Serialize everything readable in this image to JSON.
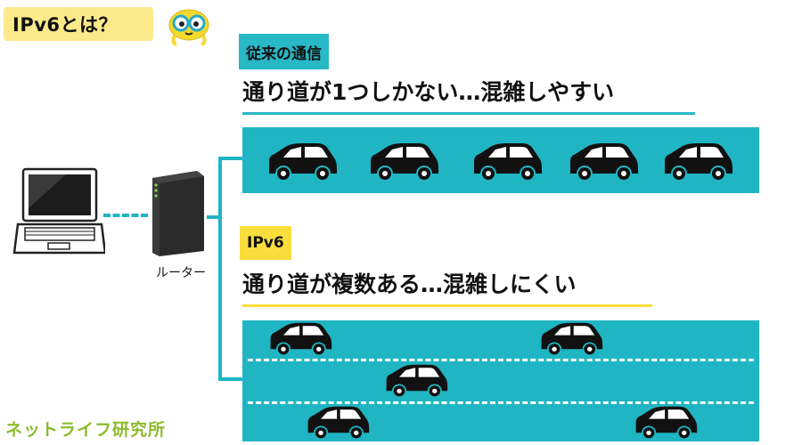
{
  "title": "IPv6とは？",
  "legacy": {
    "tag": "従来の通信",
    "headline": "通り道が1つしかない…混雑しやすい"
  },
  "ipv6": {
    "tag": "IPv6",
    "headline": "通り道が複数ある…混雑しにくい"
  },
  "router_label": "ルーター",
  "footer_logo": "ネットライフ研究所",
  "colors": {
    "road": "#20b5c3",
    "legacy_tag": "#28b8c6",
    "ipv6_tag": "#f9dd3c",
    "title_badge": "#fbe98a",
    "logo_green": "#8dbb2c"
  },
  "icons": [
    "laptop-icon",
    "router-icon",
    "car-icon",
    "mascot-icon"
  ]
}
